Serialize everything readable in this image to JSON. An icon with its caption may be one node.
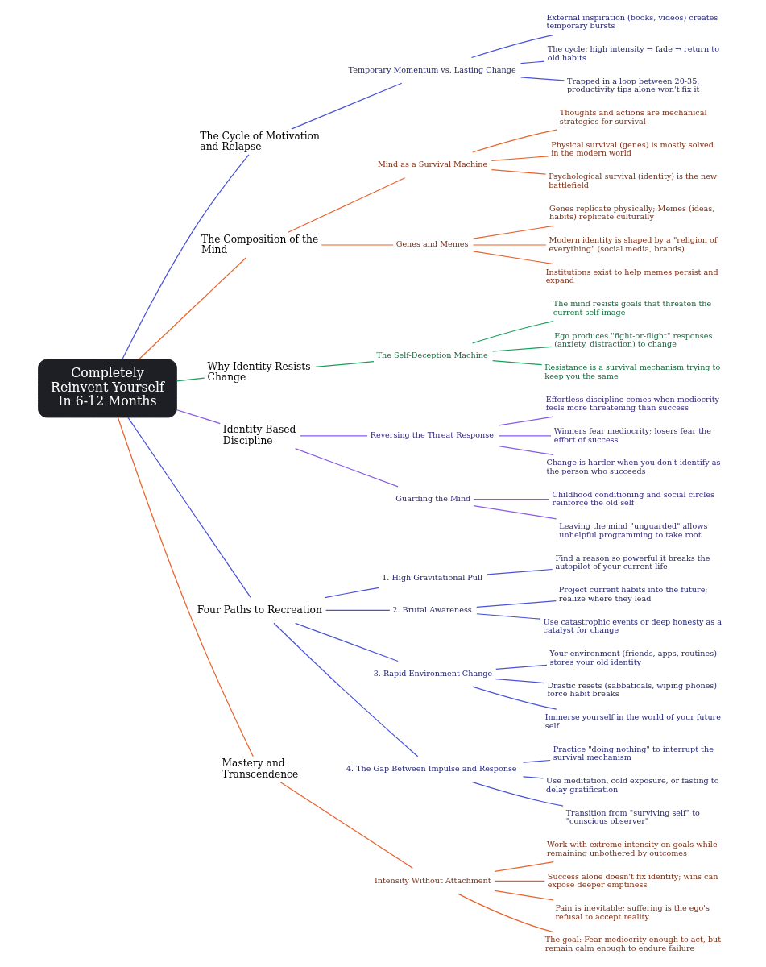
{
  "diagram": {
    "nodes": [
      {
        "text": [
          "Completely Reinvent Yourself In 6-12 Months"
        ]
      },
      {
        "text": [
          "The Cycle of Motivation and Relapse"
        ]
      },
      {
        "text": [
          "Temporary Momentum vs. Lasting Change"
        ]
      },
      {
        "text": [
          "External inspiration (books, videos) creates temporary bursts"
        ]
      },
      {
        "text": [
          "The cycle: high intensity → fade → return to old habits"
        ]
      },
      {
        "text": [
          "Trapped in a loop between 20-35; productivity tips alone won't fix it"
        ]
      },
      {
        "text": [
          "The Composition of the Mind"
        ]
      },
      {
        "text": [
          "Mind as a Survival Machine"
        ]
      },
      {
        "text": [
          "Thoughts and actions are mechanical strategies for survival"
        ]
      },
      {
        "text": [
          "Physical survival (genes) is mostly solved in the modern world"
        ]
      },
      {
        "text": [
          "Psychological survival (identity) is the new battlefield"
        ]
      },
      {
        "text": [
          "Genes and Memes"
        ]
      },
      {
        "text": [
          "Genes replicate physically; Memes (ideas, habits) replicate culturally"
        ]
      },
      {
        "text": [
          "Modern identity is shaped by a \"religion of everything\" (social media, brands)"
        ]
      },
      {
        "text": [
          "Institutions exist to help memes persist and expand"
        ]
      },
      {
        "text": [
          "Why Identity Resists Change"
        ]
      },
      {
        "text": [
          "The Self-Deception Machine"
        ]
      },
      {
        "text": [
          "The mind resists goals that threaten the current self-image"
        ]
      },
      {
        "text": [
          "Ego produces \"fight-or-flight\" responses (anxiety, distraction) to change"
        ]
      },
      {
        "text": [
          "Resistance is a survival mechanism trying to keep you the same"
        ]
      },
      {
        "text": [
          "Identity-Based Discipline"
        ]
      },
      {
        "text": [
          "Reversing the Threat Response"
        ]
      },
      {
        "text": [
          "Effortless discipline comes when mediocrity feels more threatening than success"
        ]
      },
      {
        "text": [
          "Winners fear mediocrity; losers fear the effort of success"
        ]
      },
      {
        "text": [
          "Change is harder when you don't identify as the person who succeeds"
        ]
      },
      {
        "text": [
          "Guarding the Mind"
        ]
      },
      {
        "text": [
          "Childhood conditioning and social circles reinforce the old self"
        ]
      },
      {
        "text": [
          "Leaving the mind \"unguarded\" allows unhelpful programming to take root"
        ]
      },
      {
        "text": [
          "Four Paths to Recreation"
        ]
      },
      {
        "text": [
          "1. High Gravitational Pull"
        ]
      },
      {
        "text": [
          "Find a reason so powerful it breaks the autopilot of your current life"
        ]
      },
      {
        "text": [
          "2. Brutal Awareness"
        ]
      },
      {
        "text": [
          "Project current habits into the future; realize where they lead"
        ]
      },
      {
        "text": [
          "Use catastrophic events or deep honesty as a catalyst for change"
        ]
      },
      {
        "text": [
          "3. Rapid Environment Change"
        ]
      },
      {
        "text": [
          "Your environment (friends, apps, routines) stores your old identity"
        ]
      },
      {
        "text": [
          "Drastic resets (sabbaticals, wiping phones) force habit breaks"
        ]
      },
      {
        "text": [
          "Immerse yourself in the world of your future self"
        ]
      },
      {
        "text": [
          "4. The Gap Between Impulse and Response"
        ]
      },
      {
        "text": [
          "Practice \"doing nothing\" to interrupt the survival mechanism"
        ]
      },
      {
        "text": [
          "Use meditation, cold exposure, or fasting to delay gratification"
        ]
      },
      {
        "text": [
          "Transition from \"surviving self\" to \"conscious observer\""
        ]
      },
      {
        "text": [
          "Mastery and Transcendence"
        ]
      },
      {
        "text": [
          "Intensity Without Attachment"
        ]
      },
      {
        "text": [
          "Work with extreme intensity on goals while remaining unbothered by outcomes"
        ]
      },
      {
        "text": [
          "Success alone doesn't fix identity; wins can expose deeper emptiness"
        ]
      },
      {
        "text": [
          "Pain is inevitable; suffering is the ego's refusal to accept reality"
        ]
      },
      {
        "text": [
          "The goal: Fear mediocrity enough to act, but remain calm enough to endure failure"
        ]
      }
    ],
    "edges": [
      {
        "from": 0,
        "to": 1,
        "arrow": "none"
      },
      {
        "from": 1,
        "to": 2,
        "arrow": "none"
      },
      {
        "from": 2,
        "to": 3,
        "arrow": "none"
      },
      {
        "from": 2,
        "to": 4,
        "arrow": "none"
      },
      {
        "from": 2,
        "to": 5,
        "arrow": "none"
      },
      {
        "from": 0,
        "to": 6,
        "arrow": "none",
        "color": "#e8622c"
      },
      {
        "from": 6,
        "to": 7,
        "arrow": "none",
        "color": "#e8622c"
      },
      {
        "from": 7,
        "to": 8,
        "arrow": "none",
        "color": "#e8622c"
      },
      {
        "from": 7,
        "to": 9,
        "arrow": "none",
        "color": "#e8622c"
      },
      {
        "from": 7,
        "to": 10,
        "arrow": "none",
        "color": "#e8622c"
      },
      {
        "from": 6,
        "to": 11,
        "arrow": "none",
        "color": "#e8622c"
      },
      {
        "from": 11,
        "to": 12,
        "arrow": "none",
        "color": "#e8622c"
      },
      {
        "from": 11,
        "to": 13,
        "arrow": "none",
        "color": "#e8622c"
      },
      {
        "from": 11,
        "to": 14,
        "arrow": "none",
        "color": "#e8622c"
      },
      {
        "from": 0,
        "to": 15,
        "arrow": "none",
        "color": "#16a05a"
      },
      {
        "from": 15,
        "to": 16,
        "arrow": "none",
        "color": "#16a05a"
      },
      {
        "from": 16,
        "to": 17,
        "arrow": "none",
        "color": "#16a05a"
      },
      {
        "from": 16,
        "to": 18,
        "arrow": "none",
        "color": "#16a05a"
      },
      {
        "from": 16,
        "to": 19,
        "arrow": "none",
        "color": "#16a05a"
      },
      {
        "from": 0,
        "to": 20,
        "arrow": "none",
        "color": "#8a5ae8"
      },
      {
        "from": 20,
        "to": 21,
        "arrow": "none",
        "color": "#8a5ae8"
      },
      {
        "from": 21,
        "to": 22,
        "arrow": "none",
        "color": "#8a5ae8"
      },
      {
        "from": 21,
        "to": 23,
        "arrow": "none",
        "color": "#8a5ae8"
      },
      {
        "from": 21,
        "to": 24,
        "arrow": "none",
        "color": "#8a5ae8"
      },
      {
        "from": 20,
        "to": 25,
        "arrow": "none",
        "color": "#8a5ae8"
      },
      {
        "from": 25,
        "to": 26,
        "arrow": "none",
        "color": "#8a5ae8"
      },
      {
        "from": 25,
        "to": 27,
        "arrow": "none",
        "color": "#8a5ae8"
      },
      {
        "from": 0,
        "to": 28,
        "arrow": "none"
      },
      {
        "from": 28,
        "to": 29,
        "arrow": "none"
      },
      {
        "from": 29,
        "to": 30,
        "arrow": "none"
      },
      {
        "from": 28,
        "to": 31,
        "arrow": "none"
      },
      {
        "from": 31,
        "to": 32,
        "arrow": "none"
      },
      {
        "from": 31,
        "to": 33,
        "arrow": "none"
      },
      {
        "from": 28,
        "to": 34,
        "arrow": "none"
      },
      {
        "from": 34,
        "to": 35,
        "arrow": "none"
      },
      {
        "from": 34,
        "to": 36,
        "arrow": "none"
      },
      {
        "from": 34,
        "to": 37,
        "arrow": "none"
      },
      {
        "from": 28,
        "to": 38,
        "arrow": "none"
      },
      {
        "from": 38,
        "to": 39,
        "arrow": "none"
      },
      {
        "from": 38,
        "to": 40,
        "arrow": "none"
      },
      {
        "from": 38,
        "to": 41,
        "arrow": "none"
      },
      {
        "from": 0,
        "to": 42,
        "arrow": "none",
        "color": "#e8622c"
      },
      {
        "from": 42,
        "to": 43,
        "arrow": "none",
        "color": "#e8622c"
      },
      {
        "from": 43,
        "to": 44,
        "arrow": "none",
        "color": "#e8622c"
      },
      {
        "from": 43,
        "to": 45,
        "arrow": "none",
        "color": "#e8622c"
      },
      {
        "from": 43,
        "to": 46,
        "arrow": "none",
        "color": "#e8622c"
      },
      {
        "from": 43,
        "to": 47,
        "arrow": "none",
        "color": "#e8622c"
      }
    ]
  }
}
